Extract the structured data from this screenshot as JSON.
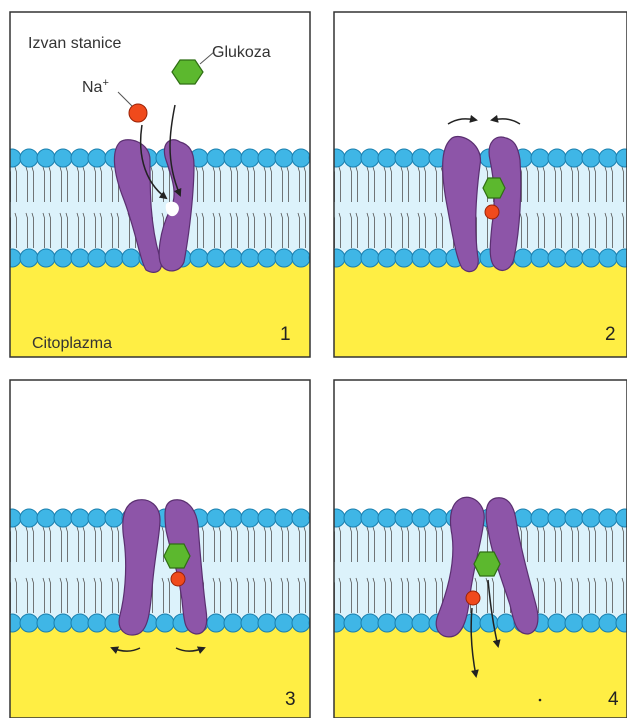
{
  "labels": {
    "outside": "Izvan stanice",
    "glucose": "Glukoza",
    "sodium": "Na",
    "sodium_charge": "+",
    "cytoplasm": "Citoplazma"
  },
  "panels": [
    {
      "number": "1",
      "transporter_state": "open-outside",
      "glucose": "entering",
      "sodium": "entering"
    },
    {
      "number": "2",
      "transporter_state": "bound",
      "glucose": "bound",
      "sodium": "bound"
    },
    {
      "number": "3",
      "transporter_state": "opening-inside",
      "glucose": "bound",
      "sodium": "bound"
    },
    {
      "number": "4",
      "transporter_state": "open-inside",
      "glucose": "released",
      "sodium": "released"
    }
  ],
  "colors": {
    "outside": "#ffffff",
    "cytoplasm": "#ffee44",
    "membrane_core": "#dcf2fb",
    "lipid_head": "#3fb6e6",
    "lipid_head_stroke": "#1a7fae",
    "transporter": "#8d55a8",
    "transporter_stroke": "#5a2f70",
    "glucose": "#5cb82e",
    "sodium": "#f04a1c",
    "frame": "#333333"
  }
}
